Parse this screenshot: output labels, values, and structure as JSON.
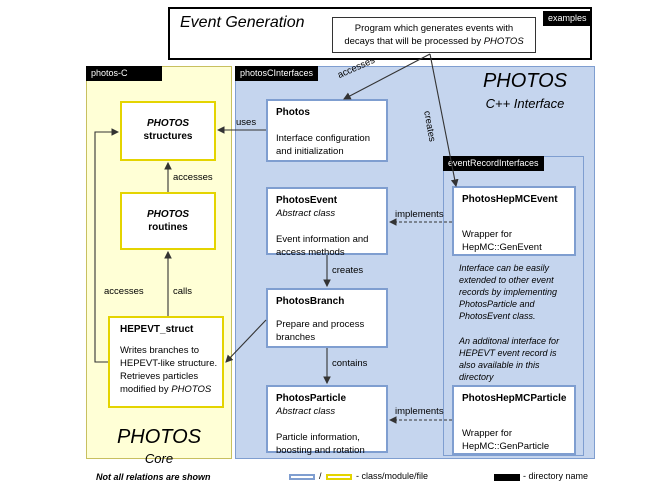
{
  "top": {
    "title": "Event Generation",
    "tag": "examples",
    "desc_line1": "Program which generates events with",
    "desc_line2_pre": "decays that will be processed by ",
    "desc_line2_em": "PHOTOS"
  },
  "core": {
    "tag": "photos-C",
    "structures": {
      "line1": "PHOTOS",
      "line2": "structures"
    },
    "routines": {
      "line1": "PHOTOS",
      "line2": "routines"
    },
    "hepevt": {
      "title": "HEPEVT_struct",
      "line1": "Writes branches to",
      "line2": "HEPEVT-like structure.",
      "line3": "Retrieves particles",
      "line4_pre": "modified by ",
      "line4_em": "PHOTOS"
    },
    "label_line1": "PHOTOS",
    "label_line2": "Core"
  },
  "interfaces": {
    "tag": "photosCInterfaces",
    "label_line1": "PHOTOS",
    "label_line2": "C++ Interface",
    "photos": {
      "title": "Photos",
      "line1": "Interface configuration",
      "line2": "and initialization"
    },
    "event": {
      "title": "PhotosEvent",
      "sub": "Abstract class",
      "line1": "Event information and",
      "line2": "access methods"
    },
    "branch": {
      "title": "PhotosBranch",
      "line1": "Prepare and process",
      "line2": "branches"
    },
    "particle": {
      "title": "PhotosParticle",
      "sub": "Abstract class",
      "line1": "Particle information,",
      "line2": "boosting and rotation"
    }
  },
  "event_record": {
    "tag": "eventRecordInterfaces",
    "hepmc_event": {
      "title": "PhotosHepMCEvent",
      "line1": "Wrapper for",
      "line2": "HepMC::GenEvent"
    },
    "note1": [
      "Interface can be easily",
      "extended to other event",
      "records by implementing",
      "PhotosParticle and",
      "PhotosEvent class."
    ],
    "note2": [
      "An additonal interface for",
      "HEPEVT event record is",
      "also available in this",
      "directory"
    ],
    "hepmc_particle": {
      "title": "PhotosHepMCParticle",
      "line1": "Wrapper for",
      "line2": "HepMC::GenParticle"
    }
  },
  "edges": {
    "accesses_top": "accesses",
    "creates_top": "creates",
    "uses": "uses",
    "accesses_core": "accesses",
    "accesses_left": "accesses",
    "calls": "calls",
    "implements1": "implements",
    "creates_mid": "creates",
    "contains": "contains",
    "implements2": "implements"
  },
  "legend": {
    "note": "Not all relations are shown",
    "slash": "/",
    "class_label": "- class/module/file",
    "dir_label": "- directory name"
  },
  "colors": {
    "blue_fill": "#c5d5ee",
    "blue_border": "#7f9ed0",
    "yellow_fill": "#fffbcc",
    "yellow_border": "#e4d400",
    "core_bg": "#ffffd6"
  }
}
